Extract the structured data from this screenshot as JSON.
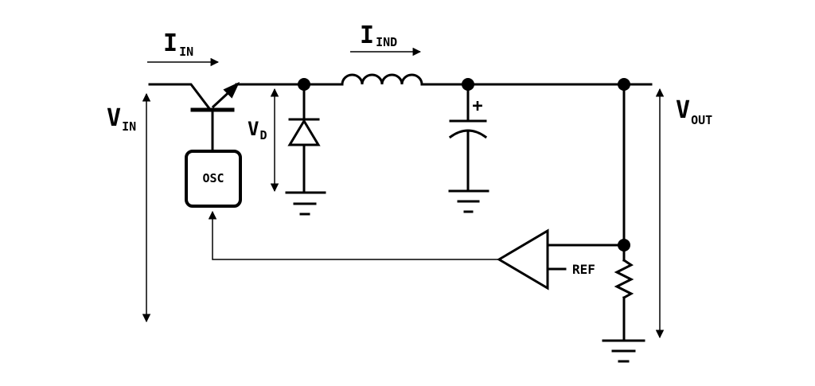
{
  "labels": {
    "i_in_main": "I",
    "i_in_sub": "IN",
    "i_ind_main": "I",
    "i_ind_sub": "IND",
    "v_in_main": "V",
    "v_in_sub": "IN",
    "v_d_main": "V",
    "v_d_sub": "D",
    "v_out_main": "V",
    "v_out_sub": "OUT",
    "osc": "OSC",
    "ref": "REF",
    "plus": "+"
  }
}
